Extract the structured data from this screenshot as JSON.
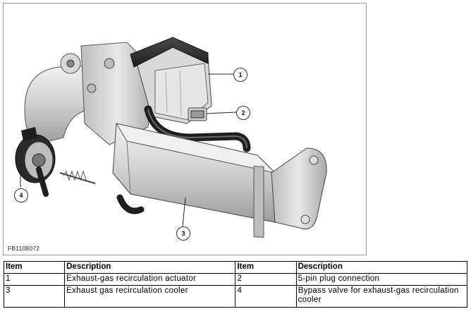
{
  "figure": {
    "id_label": "FB1108072",
    "callouts": [
      "1",
      "2",
      "3",
      "4"
    ]
  },
  "table": {
    "headers": [
      "Item",
      "Description",
      "Item",
      "Description"
    ],
    "rows": [
      [
        "1",
        "Exhaust-gas recirculation actuator",
        "2",
        "5-pin plug connection"
      ],
      [
        "3",
        "Exhaust gas recirculation cooler",
        "4",
        "Bypass valve for exhaust-gas recirculation cooler"
      ]
    ]
  }
}
